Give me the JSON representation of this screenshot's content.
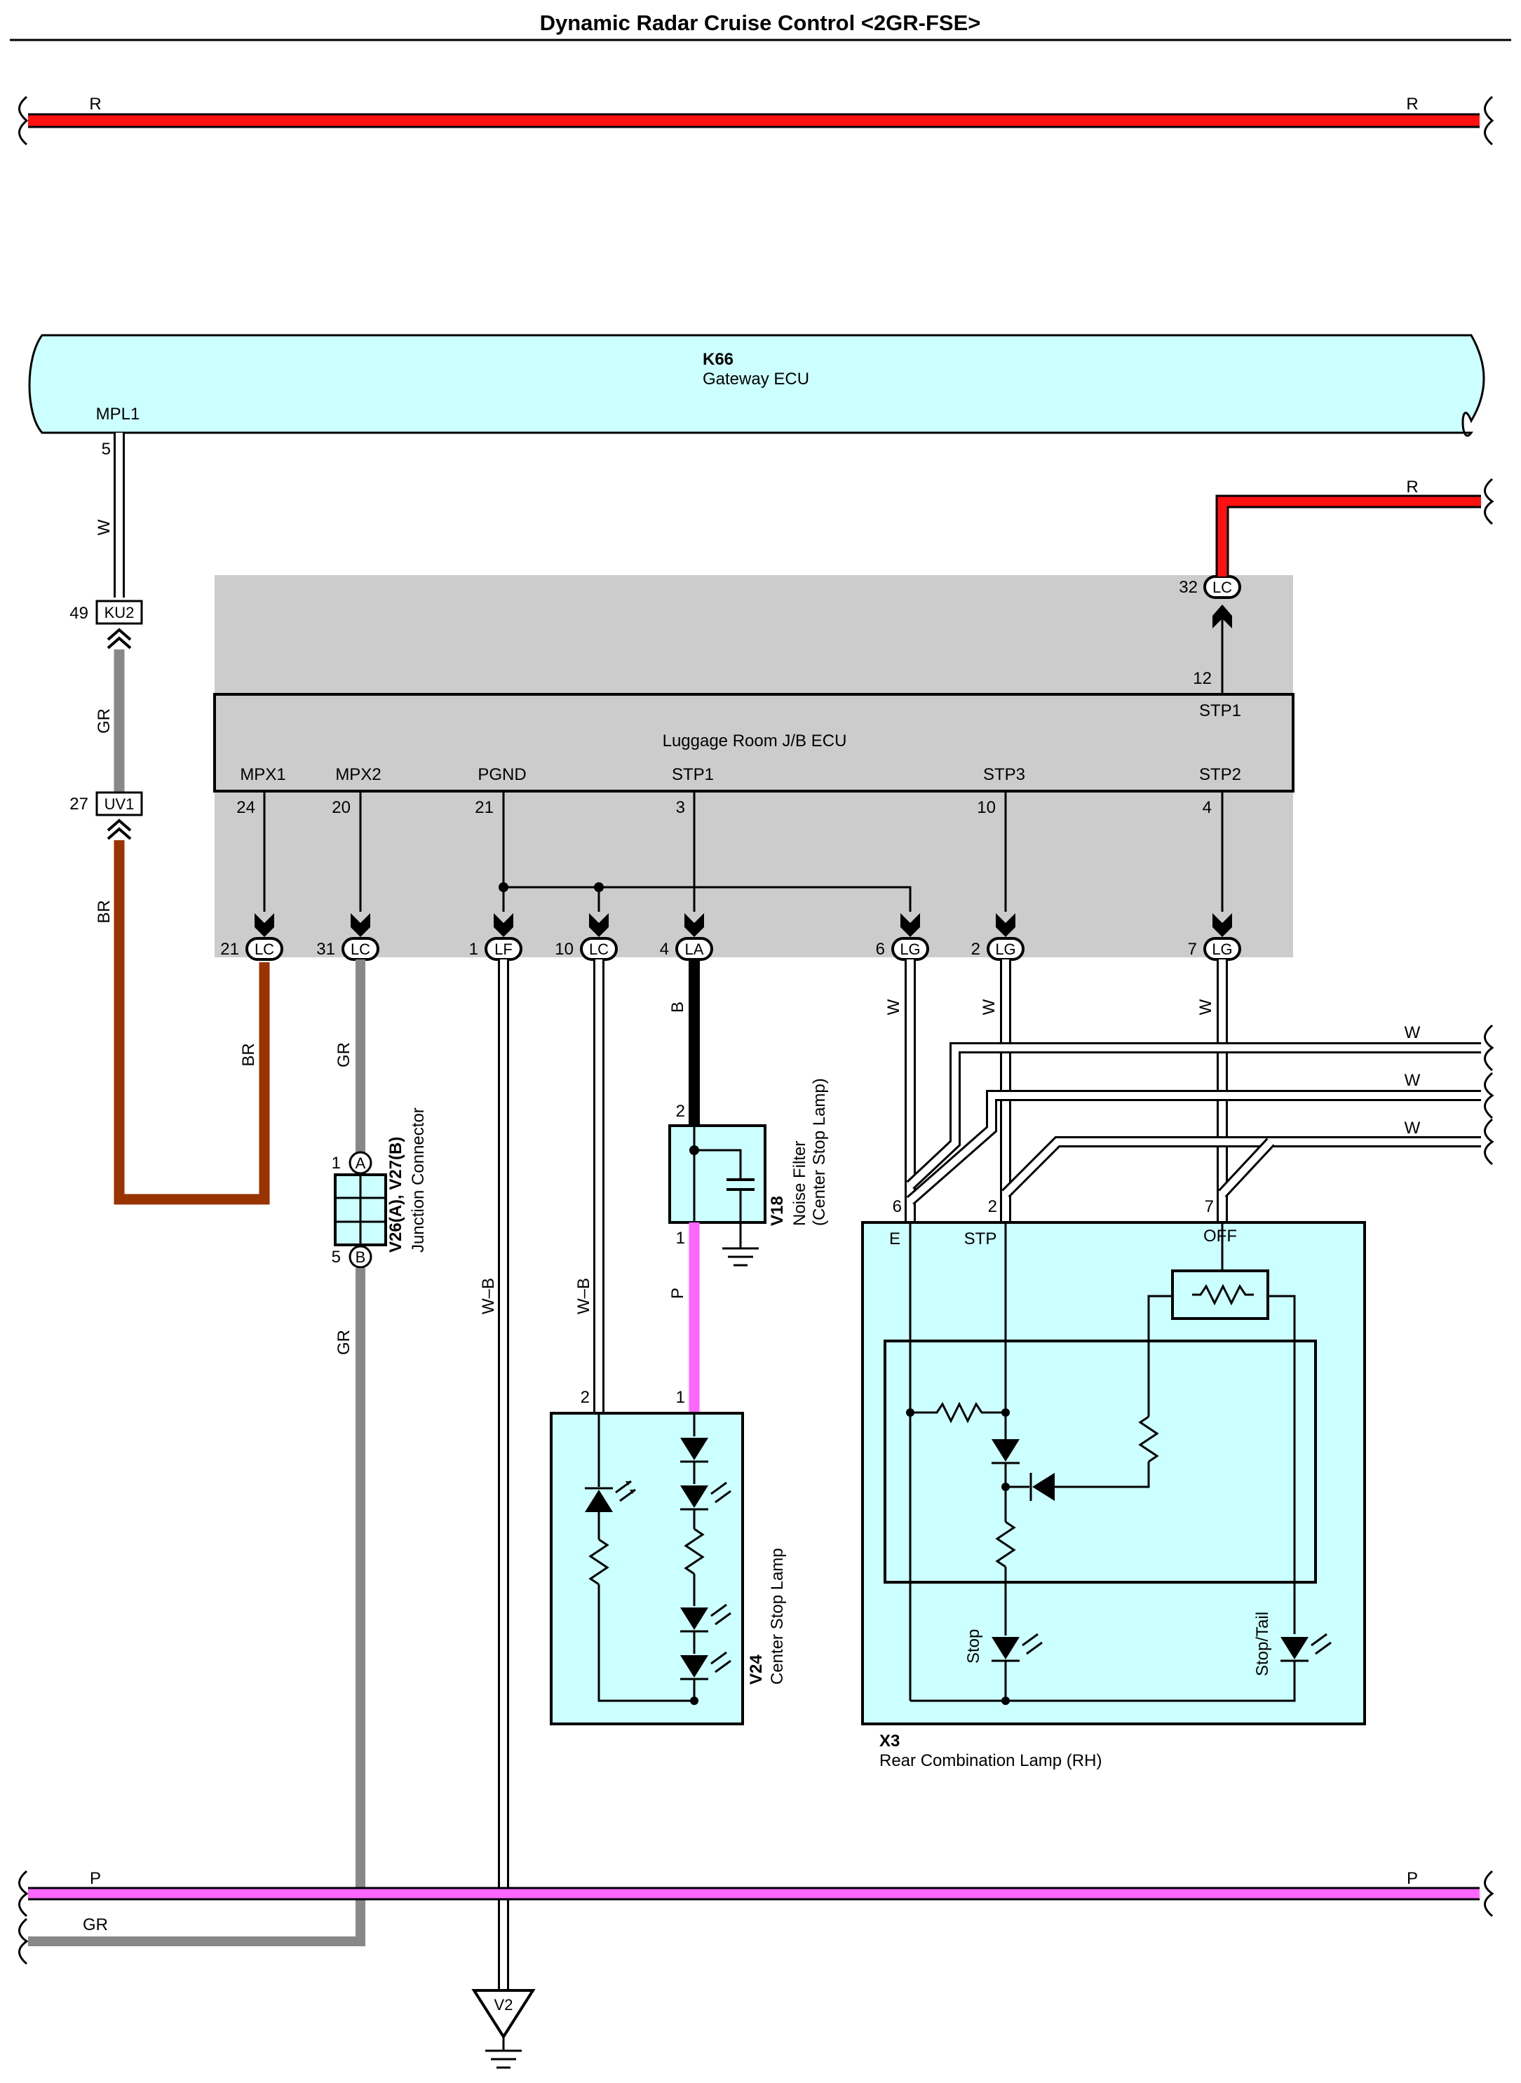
{
  "title": "Dynamic Radar Cruise Control <2GR-FSE>",
  "colors": {
    "red": "#ff1111",
    "pink": "#ff66ff",
    "gray": "#888888",
    "brown": "#993300",
    "black": "#000000",
    "white_wire": "#ffffff",
    "cyan": "#ccffff",
    "gray_box": "#cccccc"
  },
  "wire_labels": {
    "r_top_left": "R",
    "r_top_right": "R",
    "r_mid": "R",
    "w_mpl1": "W",
    "gr_ku2": "GR",
    "br_uv1": "BR",
    "br_lc21": "BR",
    "gr_lc31": "GR",
    "gr_lower": "GR",
    "wb_lf": "W–B",
    "wb_lc10": "W–B",
    "b_la": "B",
    "p_v18": "P",
    "w_lg6": "W",
    "w_lg2": "W",
    "w_lg7": "W",
    "w_right1": "W",
    "w_right2": "W",
    "w_right3": "W",
    "p_bottom_left": "P",
    "p_bottom_right": "P",
    "gr_bottom": "GR"
  },
  "gateway_ecu": {
    "code": "K66",
    "name": "Gateway ECU",
    "terminal": "MPL1",
    "pin": "5"
  },
  "luggage_ecu": {
    "name": "Luggage Room J/B ECU",
    "top_terminal": "STP1",
    "top_pin": "12",
    "terminals": [
      {
        "name": "MPX1",
        "pin": "24"
      },
      {
        "name": "MPX2",
        "pin": "20"
      },
      {
        "name": "PGND",
        "pin": "21"
      },
      {
        "name": "STP1",
        "pin": "3"
      },
      {
        "name": "STP3",
        "pin": "10"
      },
      {
        "name": "STP2",
        "pin": "4"
      }
    ]
  },
  "connectors": {
    "lc32": {
      "pin": "32",
      "code": "LC"
    },
    "ku2": {
      "pin": "49",
      "code": "KU2"
    },
    "uv1": {
      "pin": "27",
      "code": "UV1"
    },
    "row": [
      {
        "pin": "21",
        "code": "LC"
      },
      {
        "pin": "31",
        "code": "LC"
      },
      {
        "pin": "1",
        "code": "LF"
      },
      {
        "pin": "10",
        "code": "LC"
      },
      {
        "pin": "4",
        "code": "LA"
      },
      {
        "pin": "6",
        "code": "LG"
      },
      {
        "pin": "2",
        "code": "LG"
      },
      {
        "pin": "7",
        "code": "LG"
      }
    ]
  },
  "junction": {
    "code": "V26(A), V27(B)",
    "name": "Junction Connector",
    "pin_a": "1",
    "letter_a": "A",
    "pin_b": "5",
    "letter_b": "B"
  },
  "noise_filter": {
    "code": "V18",
    "name": "Noise Filter",
    "sub": "(Center Stop Lamp)",
    "pin_top": "2",
    "pin_bottom": "1"
  },
  "center_stop_lamp": {
    "code": "V24",
    "name": "Center Stop Lamp",
    "pin_left": "2",
    "pin_right": "1"
  },
  "rear_lamp": {
    "code": "X3",
    "name": "Rear Combination Lamp (RH)",
    "pins": {
      "e": "6",
      "stp": "2",
      "off": "7"
    },
    "terminals": {
      "e": "E",
      "stp": "STP",
      "off": "OFF"
    },
    "lamp_labels": {
      "stop": "Stop",
      "stop_tail": "Stop/Tail"
    }
  },
  "ground": {
    "code": "V2"
  }
}
